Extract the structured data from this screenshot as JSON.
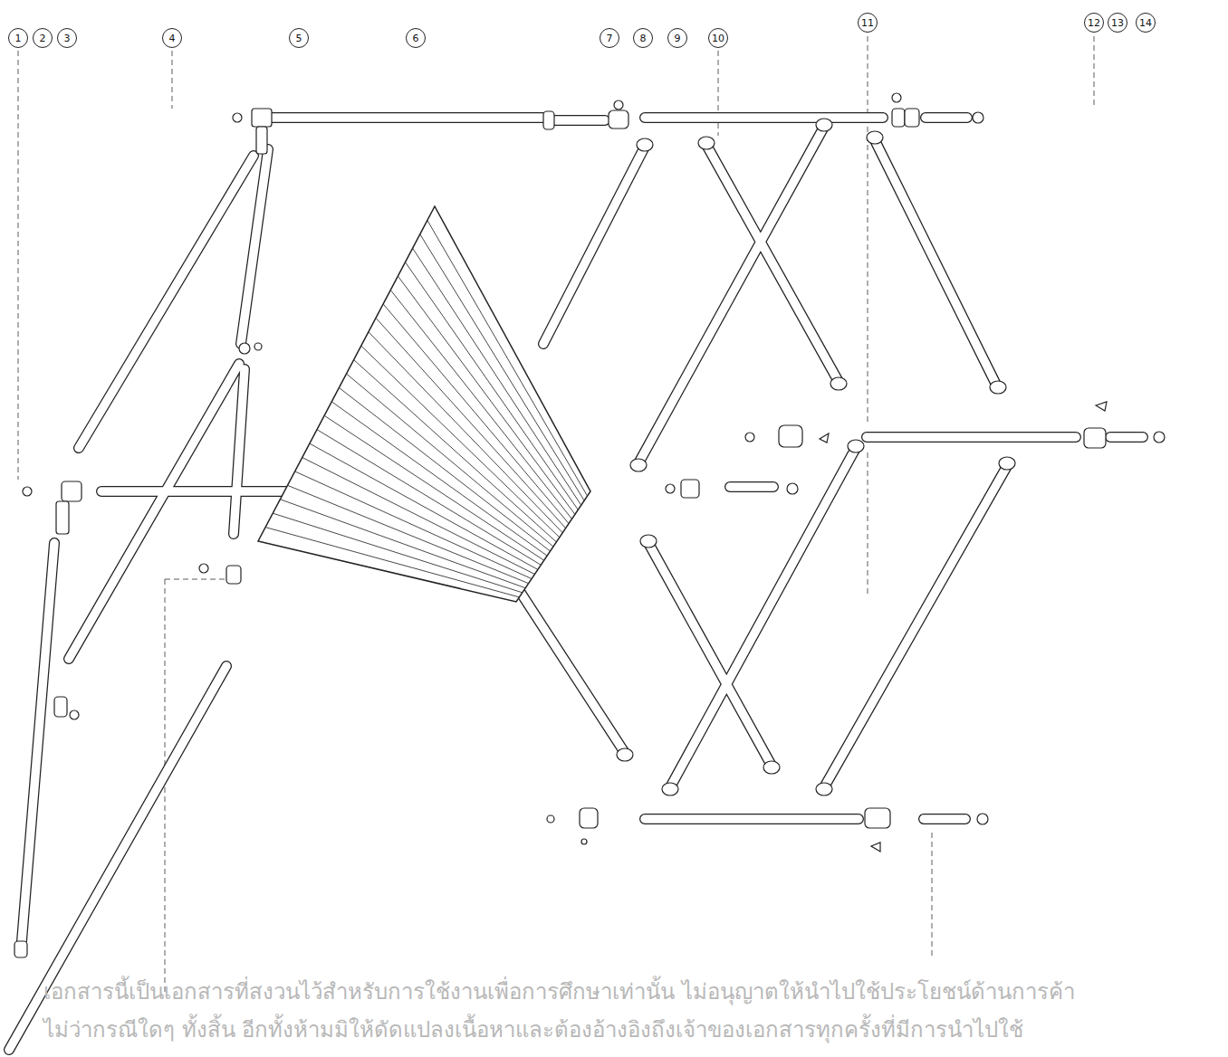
{
  "diagram": {
    "nodes": [
      {
        "text": [
          "1"
        ]
      },
      {
        "text": [
          "2"
        ]
      },
      {
        "text": [
          "3"
        ]
      },
      {
        "text": [
          "4"
        ]
      },
      {
        "text": [
          "5"
        ]
      },
      {
        "text": [
          "6"
        ]
      },
      {
        "text": [
          "7"
        ]
      },
      {
        "text": [
          "8"
        ]
      },
      {
        "text": [
          "9"
        ]
      },
      {
        "text": [
          "10"
        ]
      },
      {
        "text": [
          "11"
        ]
      },
      {
        "text": [
          "12"
        ]
      },
      {
        "text": [
          "13"
        ]
      },
      {
        "text": [
          "14"
        ]
      }
    ],
    "labels": [
      "เอกสารนี้เป็นเอกสารที่สงวนไว้สำหรับการใช้งานเพื่อการศึกษาเท่านั้น ไม่อนุญาตให้นำไปใช้ประโยชน์ด้านการค้า",
      "ไม่ว่ากรณีใดๆ ทั้งสิ้น อีกทั้งห้ามมิให้ดัดแปลงเนื้อหาและต้องอ้างอิงถึงเจ้าของเอกสารทุกครั้งที่มีการนำไปใช้"
    ]
  }
}
